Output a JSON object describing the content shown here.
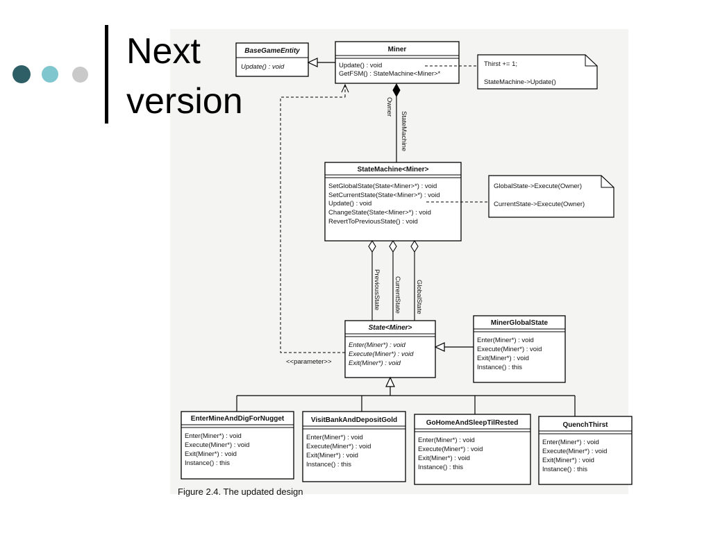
{
  "slide": {
    "title_line1": "Next",
    "title_line2": "version",
    "bullet_colors": [
      "#2e5f66",
      "#7fc6cf",
      "#c9c9c9"
    ]
  },
  "diagram": {
    "classes": {
      "base_game_entity": {
        "name": "BaseGameEntity",
        "members": [
          "Update() : void"
        ]
      },
      "miner": {
        "name": "Miner",
        "members": [
          "Update() : void",
          "GetFSM() : StateMachine<Miner>*"
        ]
      },
      "state_machine": {
        "name": "StateMachine<Miner>",
        "members": [
          "SetGlobalState(State<Miner>*) : void",
          "SetCurrentState(State<Miner>*) : void",
          "Update() : void",
          "ChangeState(State<Miner>*) : void",
          "RevertToPreviousState() : void"
        ]
      },
      "state": {
        "name": "State<Miner>",
        "members": [
          "Enter(Miner*) : void",
          "Execute(Miner*) : void",
          "Exit(Miner*) : void"
        ]
      },
      "miner_global_state": {
        "name": "MinerGlobalState",
        "members": [
          "Enter(Miner*) : void",
          "Execute(Miner*) : void",
          "Exit(Miner*) : void",
          "Instance() : this"
        ]
      },
      "enter_mine": {
        "name": "EnterMineAndDigForNugget",
        "members": [
          "Enter(Miner*) : void",
          "Execute(Miner*) : void",
          "Exit(Miner*) : void",
          "Instance() : this"
        ]
      },
      "visit_bank": {
        "name": "VisitBankAndDepositGold",
        "members": [
          "Enter(Miner*) : void",
          "Execute(Miner*) : void",
          "Exit(Miner*) : void",
          "Instance() : this"
        ]
      },
      "go_home": {
        "name": "GoHomeAndSleepTilRested",
        "members": [
          "Enter(Miner*) : void",
          "Execute(Miner*) : void",
          "Exit(Miner*) : void",
          "Instance() : this"
        ]
      },
      "quench": {
        "name": "QuenchThirst",
        "members": [
          "Enter(Miner*) : void",
          "Execute(Miner*) : void",
          "Exit(Miner*) : void",
          "Instance() : this"
        ]
      }
    },
    "notes": {
      "miner_note": [
        "Thirst += 1;",
        "StateMachine->Update()"
      ],
      "fsm_note": [
        "GlobalState->Execute(Owner)",
        "CurrentState->Execute(Owner)"
      ]
    },
    "labels": {
      "owner": "Owner",
      "state_machine_role": "StateMachine",
      "previous_state": "PreviousState",
      "current_state": "CurrentState",
      "global_state": "GlobalState",
      "parameter": "<<parameter>>"
    },
    "caption": "Figure 2.4. The updated design"
  }
}
